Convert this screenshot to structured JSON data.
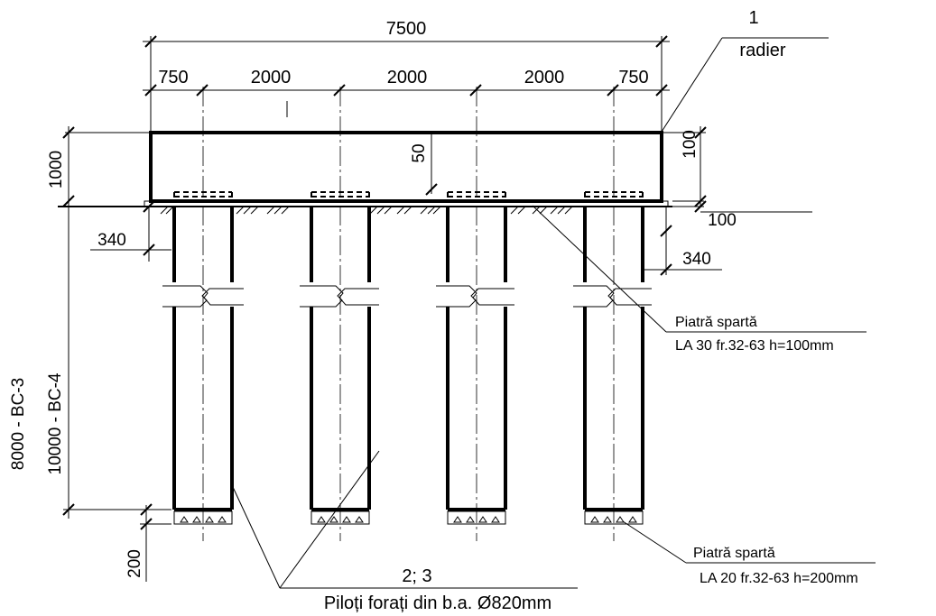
{
  "dimensions": {
    "overall_width": "7500",
    "edge_left": "750",
    "span_1": "2000",
    "span_2": "2000",
    "span_3": "2000",
    "edge_right": "750",
    "raft_height": "1000",
    "raft_inner": "50",
    "raft_right": "100",
    "gravel_thickness": "100",
    "embed_left": "340",
    "embed_right": "340",
    "pile_length_bc3": "8000 - BC-3",
    "pile_length_bc4": "10000 - BC-4",
    "base_layer": "200"
  },
  "labels": {
    "raft_number": "1",
    "raft_name": "radier",
    "gravel_top_title": "Piatră spartă",
    "gravel_top_spec": "LA 30 fr.32-63 h=100mm",
    "gravel_bottom_title": "Piatră spartă",
    "gravel_bottom_spec": "LA 20 fr.32-63 h=200mm",
    "piles_number": "2; 3",
    "piles_name": "Piloți forați din b.a.  Ø820mm"
  }
}
